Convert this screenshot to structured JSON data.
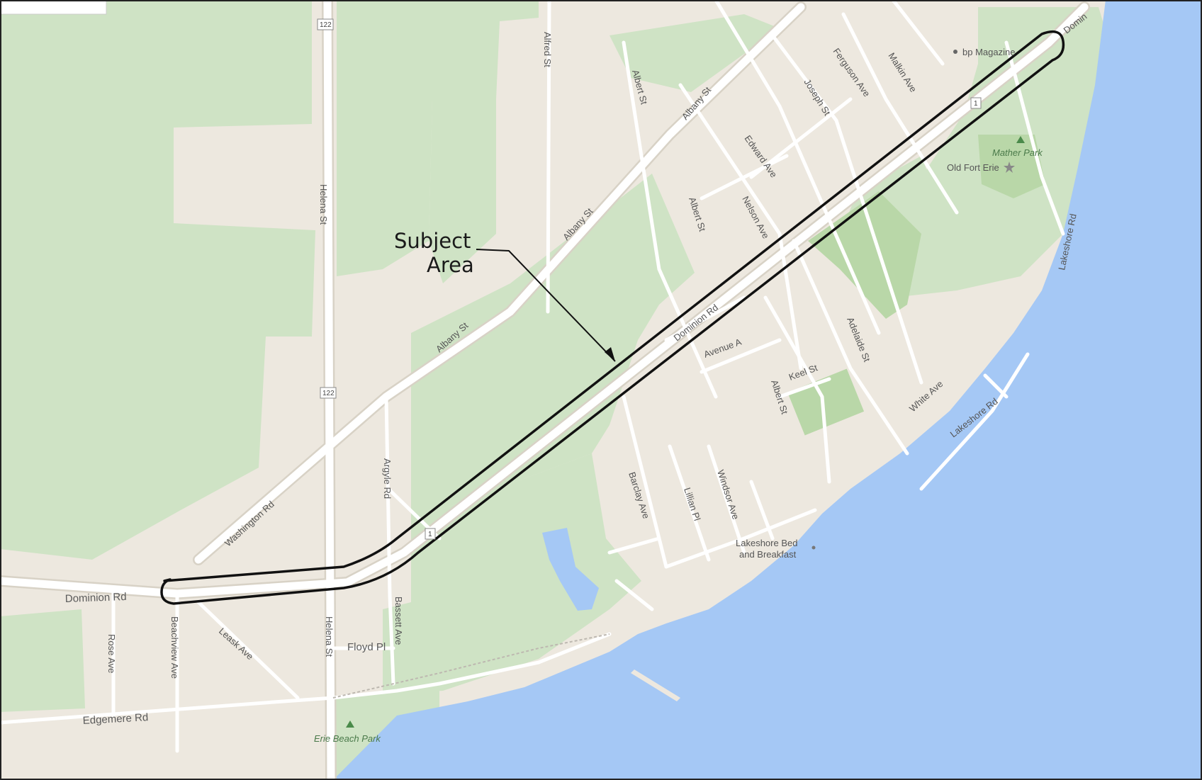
{
  "callout": {
    "line1": "Subject",
    "line2": "Area"
  },
  "colors": {
    "land": "#ede8df",
    "park": "#cfe3c5",
    "park_dark": "#b9d7a8",
    "water": "#a5c8f5",
    "road": "#ffffff",
    "road_edge": "#d8d2c6",
    "outline": "#111111"
  },
  "streets": {
    "dominion_rd": "Dominion Rd",
    "dominion_rd_east": "Dominion Rd",
    "dominion_rd_ne": "Domin",
    "helena_st_north": "Helena St",
    "helena_st_south": "Helena St",
    "albany_st_1": "Albany St",
    "albany_st_2": "Albany St",
    "albany_st_3": "Albany St",
    "alfred_st": "Alfred St",
    "albert_st_1": "Albert St",
    "albert_st_2": "Albert St",
    "albert_st_3": "Albert St",
    "ferguson_ave": "Ferguson Ave",
    "malkin_ave": "Malkin Ave",
    "joseph_st": "Joseph St",
    "edward_ave": "Edward Ave",
    "nelson_ave": "Nelson Ave",
    "avenue_a": "Avenue A",
    "keel_st": "Keel St",
    "adelaide_st": "Adelaide St",
    "white_ave": "White Ave",
    "lakeshore_rd_1": "Lakeshore Rd",
    "lakeshore_rd_2": "Lakeshore Rd",
    "washington_rd": "Washington Rd",
    "argyle_rd": "Argyle Rd",
    "bassett_ave": "Bassett Ave",
    "floyd_pl": "Floyd Pl",
    "leask_ave": "Leask Ave",
    "beachview_ave": "Beachview Ave",
    "rose_ave": "Rose Ave",
    "edgemere_rd": "Edgemere Rd",
    "barclay_ave": "Barclay Ave",
    "lillian_pl": "Lillian Pl",
    "windsor_ave": "Windsor Ave"
  },
  "places": {
    "bp_magazine": "bp Magazine",
    "mather_park": "Mather Park",
    "old_fort_erie": "Old Fort Erie",
    "lakeshore_bb_1": "Lakeshore Bed",
    "lakeshore_bb_2": "and Breakfast",
    "erie_beach_park": "Erie Beach Park"
  },
  "shields": {
    "hwy_122": "122",
    "hwy_1": "1"
  }
}
